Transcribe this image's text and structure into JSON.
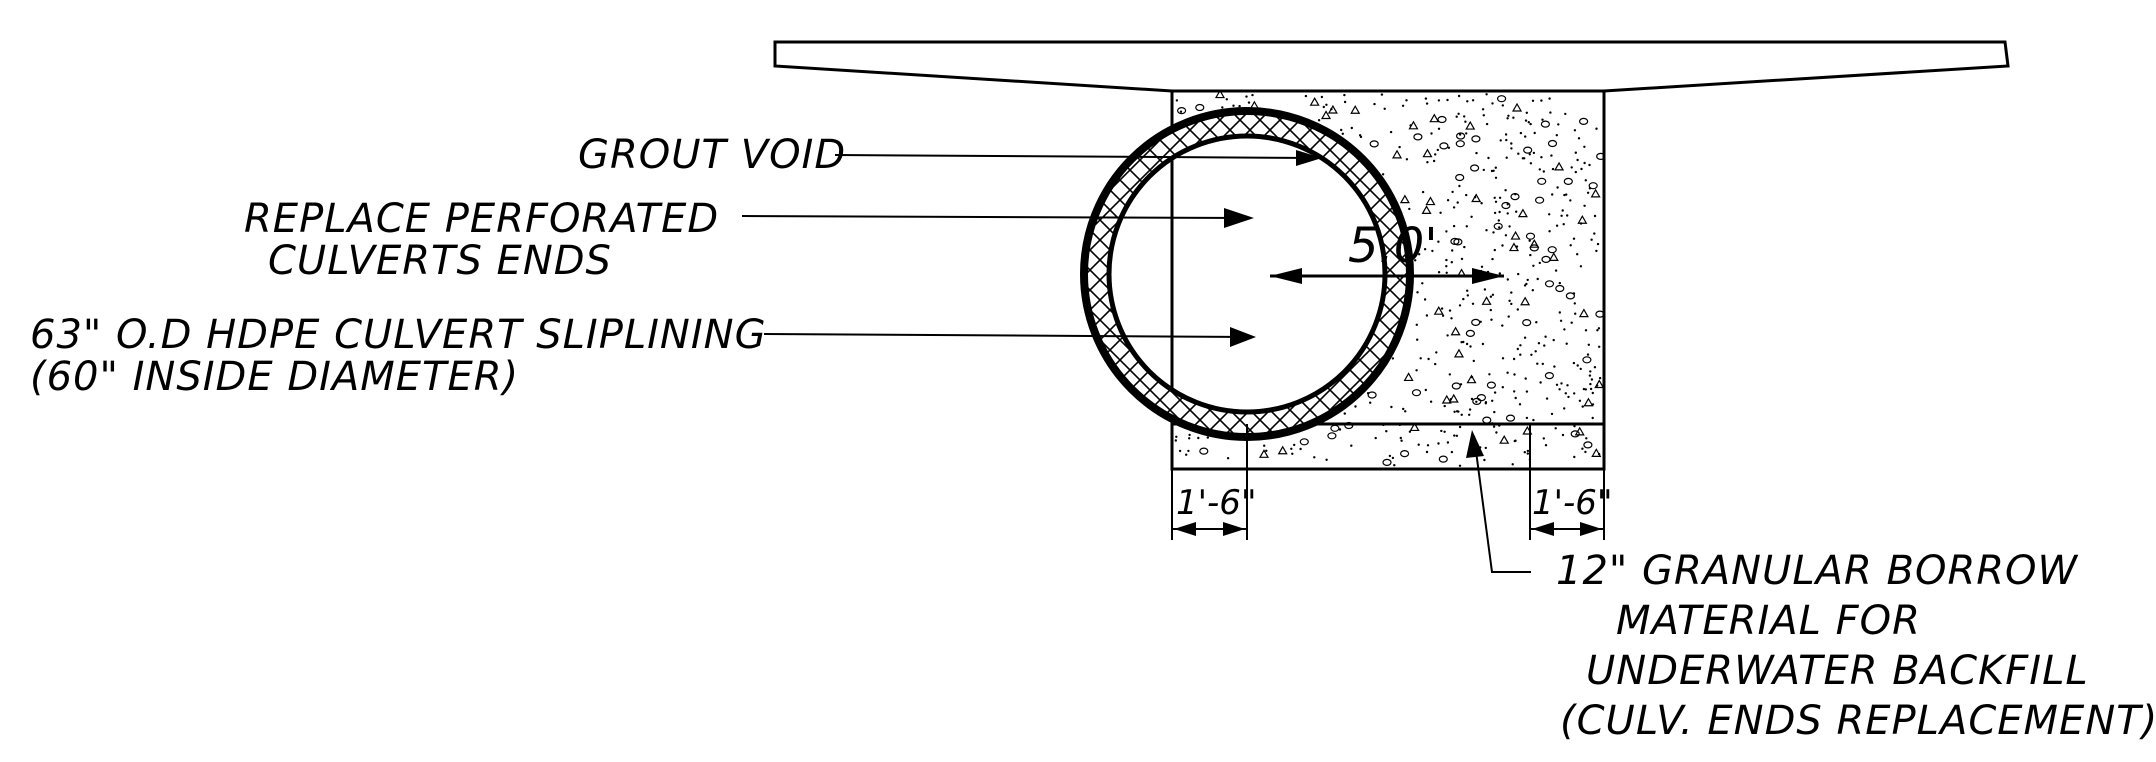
{
  "labels": {
    "grout_void": "GROUT VOID",
    "replace_line1": "REPLACE PERFORATED",
    "replace_line2": "CULVERTS ENDS",
    "hdpe_line1": "63\" O.D HDPE CULVERT SLIPLINING",
    "hdpe_line2": "(60\" INSIDE DIAMETER)",
    "borrow_line1": "12\" GRANULAR BORROW",
    "borrow_line2": "MATERIAL FOR",
    "borrow_line3": "UNDERWATER BACKFILL",
    "borrow_line4": "(CULV. ENDS REPLACEMENT)"
  },
  "dimensions": {
    "diameter": "5.0'",
    "left_width": "1'-6\"",
    "right_width": "1'-6\""
  }
}
